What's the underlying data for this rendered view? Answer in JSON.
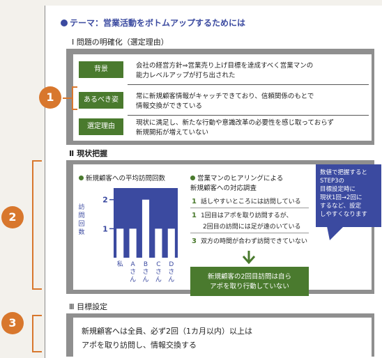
{
  "theme_title": "テーマ：営業活動をボトムアップするためには",
  "section1": {
    "heading": "Ⅰ 問題の明確化（選定理由）",
    "rows": [
      {
        "label": "背景",
        "line1": "会社の経営方針⇒営業売り上げ目標を達成すべく営業マンの",
        "line2": "能力レベルアップが打ち出された"
      },
      {
        "label": "あるべき姿",
        "line1": "常に新規顧客情報がキャッチできており、信頼関係のもとで",
        "line2": "情報交換ができている"
      },
      {
        "label": "選定理由",
        "line1": "現状に満足し、新たな行動や意識改革の必要性を感じ取っておらず",
        "line2": "新規開拓が増えていない"
      }
    ]
  },
  "section2": {
    "heading": "Ⅱ 現状把握",
    "chart_heading": "新規顧客への平均訪問回数",
    "interview_heading_1": "営業マンのヒアリングによる",
    "interview_heading_2": "新規顧客への対応調査",
    "interview_items": [
      {
        "num": "1",
        "text": "話しやすいところには訪問している"
      },
      {
        "num": "1",
        "text": "1回目はアポを取り訪問するが、"
      },
      {
        "num": "",
        "text": "2回目の訪問には足が遠のいている"
      },
      {
        "num": "3",
        "text": "双方の時間が合わず訪問できていない"
      }
    ],
    "result_line1": "新規顧客の2回目訪問は自ら",
    "result_line2": "アポを取り行動していない",
    "callout_lines": [
      "数値で把握すると",
      "STEP3の",
      "目標設定時に",
      "現状1回→2回に",
      "するなど、設定",
      "しやすくなります"
    ]
  },
  "section3": {
    "heading": "Ⅲ 目標設定",
    "goal_line1": "新規顧客へは全員、必ず2回（1カ月以内）以上は",
    "goal_line2": "アポを取り訪問し、情報交換する"
  },
  "badges": [
    "1",
    "2",
    "3"
  ],
  "chart_data": {
    "type": "bar",
    "title": "新規顧客への平均訪問回数",
    "ylabel": "訪問回数",
    "categories": [
      "私",
      "Aさん",
      "Bさん",
      "Cさん",
      "Dさん"
    ],
    "values": [
      1,
      1,
      2,
      1,
      1
    ],
    "ylim": [
      0,
      2.4
    ],
    "yticks": [
      "1",
      "2"
    ],
    "colors": {
      "bar": "#ffffff",
      "background": "#3b4aa0"
    }
  },
  "colors": {
    "accent_blue": "#3b4aa0",
    "green": "#4a7a2e",
    "orange": "#d8772d"
  }
}
